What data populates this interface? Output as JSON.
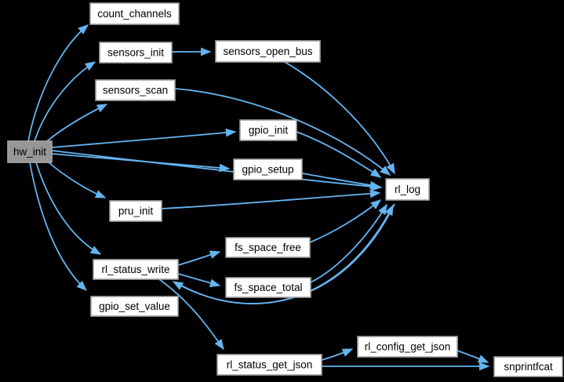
{
  "diagram": {
    "type": "call-graph",
    "root_function": "hw_init",
    "colors": {
      "background": "#000000",
      "edge": "#64B4F0",
      "node_fill": "#FFFFFF",
      "node_border": "#A0A0A0",
      "node_text": "#000000",
      "root_fill": "#969696",
      "root_border": "#ABABAB"
    },
    "nodes": [
      {
        "id": "hw_init",
        "label": "hw_init",
        "root": true
      },
      {
        "id": "count_channels",
        "label": "count_channels"
      },
      {
        "id": "sensors_init",
        "label": "sensors_init"
      },
      {
        "id": "sensors_open_bus",
        "label": "sensors_open_bus"
      },
      {
        "id": "sensors_scan",
        "label": "sensors_scan"
      },
      {
        "id": "gpio_init",
        "label": "gpio_init"
      },
      {
        "id": "gpio_setup",
        "label": "gpio_setup"
      },
      {
        "id": "pru_init",
        "label": "pru_init"
      },
      {
        "id": "rl_log",
        "label": "rl_log"
      },
      {
        "id": "rl_status_write",
        "label": "rl_status_write"
      },
      {
        "id": "fs_space_free",
        "label": "fs_space_free"
      },
      {
        "id": "fs_space_total",
        "label": "fs_space_total"
      },
      {
        "id": "gpio_set_value",
        "label": "gpio_set_value"
      },
      {
        "id": "rl_status_get_json",
        "label": "rl_status_get_json"
      },
      {
        "id": "rl_config_get_json",
        "label": "rl_config_get_json"
      },
      {
        "id": "snprintfcat",
        "label": "snprintfcat"
      }
    ],
    "edges": [
      {
        "from": "hw_init",
        "to": "count_channels"
      },
      {
        "from": "hw_init",
        "to": "sensors_init"
      },
      {
        "from": "hw_init",
        "to": "sensors_scan"
      },
      {
        "from": "hw_init",
        "to": "gpio_init"
      },
      {
        "from": "hw_init",
        "to": "gpio_setup"
      },
      {
        "from": "hw_init",
        "to": "rl_log"
      },
      {
        "from": "hw_init",
        "to": "pru_init"
      },
      {
        "from": "hw_init",
        "to": "rl_status_write"
      },
      {
        "from": "hw_init",
        "to": "gpio_set_value"
      },
      {
        "from": "sensors_init",
        "to": "sensors_open_bus"
      },
      {
        "from": "sensors_open_bus",
        "to": "rl_log"
      },
      {
        "from": "sensors_scan",
        "to": "rl_log"
      },
      {
        "from": "gpio_init",
        "to": "rl_log"
      },
      {
        "from": "gpio_setup",
        "to": "rl_log"
      },
      {
        "from": "pru_init",
        "to": "rl_log"
      },
      {
        "from": "rl_status_write",
        "to": "fs_space_free"
      },
      {
        "from": "rl_status_write",
        "to": "fs_space_total"
      },
      {
        "from": "rl_status_write",
        "to": "rl_status_get_json"
      },
      {
        "from": "rl_status_write",
        "to": "rl_log"
      },
      {
        "from": "rl_log",
        "to": "rl_status_write"
      },
      {
        "from": "fs_space_free",
        "to": "rl_log"
      },
      {
        "from": "fs_space_total",
        "to": "rl_log"
      },
      {
        "from": "rl_status_get_json",
        "to": "rl_config_get_json"
      },
      {
        "from": "rl_status_get_json",
        "to": "snprintfcat"
      },
      {
        "from": "rl_config_get_json",
        "to": "snprintfcat"
      }
    ]
  }
}
